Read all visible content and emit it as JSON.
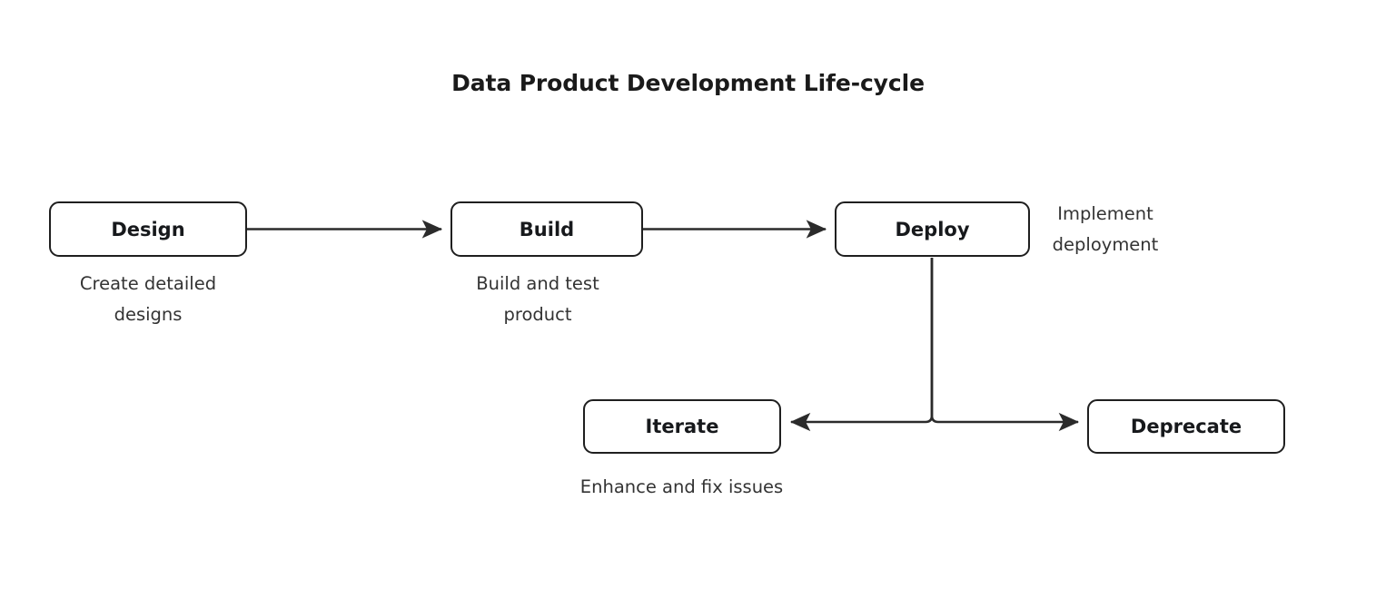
{
  "diagram": {
    "title": "Data Product Development Life-cycle",
    "background_color": "#ffffff",
    "stroke_color": "#1f1f1f",
    "label_color": "#17191c",
    "caption_color": "#333333",
    "nodes": [
      {
        "id": "design",
        "label": "Design",
        "caption": "Create detailed\ndesigns",
        "caption_position": "below"
      },
      {
        "id": "build",
        "label": "Build",
        "caption": "Build and test\nproduct",
        "caption_position": "below"
      },
      {
        "id": "deploy",
        "label": "Deploy",
        "caption": "Implement\ndeployment",
        "caption_position": "right"
      },
      {
        "id": "iterate",
        "label": "Iterate",
        "caption": "Enhance and fix issues",
        "caption_position": "below"
      },
      {
        "id": "deprecate",
        "label": "Deprecate",
        "caption": "",
        "caption_position": "none"
      }
    ],
    "edges": [
      {
        "from": "design",
        "to": "build",
        "type": "arrow",
        "direction": "right"
      },
      {
        "from": "build",
        "to": "deploy",
        "type": "arrow",
        "direction": "right"
      },
      {
        "from": "deploy",
        "to": "iterate",
        "type": "arrow",
        "direction": "left",
        "routing": "elbow"
      },
      {
        "from": "deploy",
        "to": "deprecate",
        "type": "arrow",
        "direction": "right",
        "routing": "elbow"
      }
    ]
  }
}
